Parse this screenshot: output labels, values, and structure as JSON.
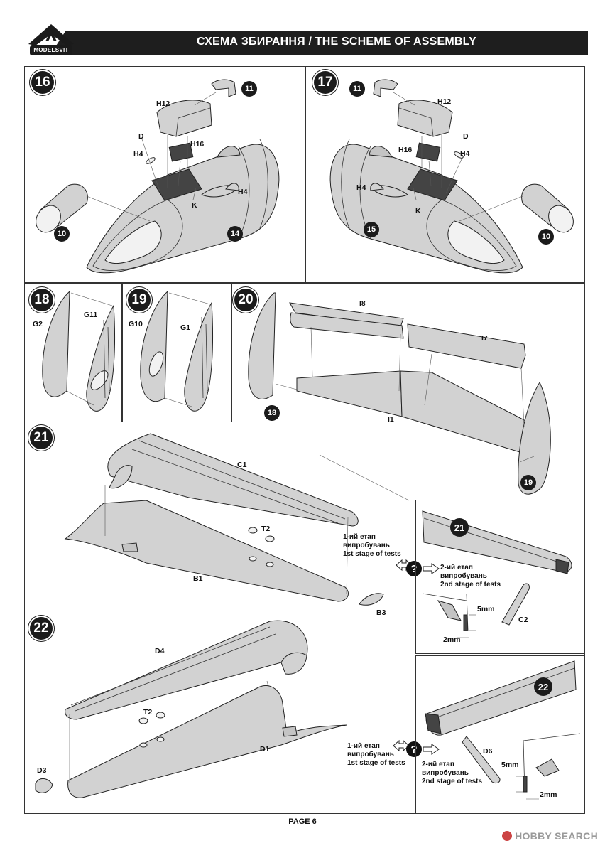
{
  "header": {
    "title": "СХЕМА ЗБИРАННЯ / THE SCHEME OF ASSEMBLY",
    "logo_text": "MODELSVIT"
  },
  "steps": {
    "s16": {
      "number": "16",
      "labels": {
        "h12": "H12",
        "d": "D",
        "h16": "H16",
        "h4a": "H4",
        "h4b": "H4",
        "k": "K"
      },
      "callouts": {
        "c11": "11",
        "c10": "10",
        "c14": "14"
      }
    },
    "s17": {
      "number": "17",
      "labels": {
        "h12": "H12",
        "d": "D",
        "h16": "H16",
        "h4a": "H4",
        "h4b": "H4",
        "k": "K"
      },
      "callouts": {
        "c11": "11",
        "c15": "15",
        "c10": "10"
      }
    },
    "s18": {
      "number": "18",
      "labels": {
        "g2": "G2",
        "g11": "G11"
      }
    },
    "s19": {
      "number": "19",
      "labels": {
        "g10": "G10",
        "g1": "G1"
      }
    },
    "s20": {
      "number": "20",
      "labels": {
        "i8": "I8",
        "i7": "I7",
        "i1": "I1"
      },
      "callouts": {
        "c18": "18",
        "c19": "19"
      }
    },
    "s21": {
      "number": "21",
      "labels": {
        "c1": "C1",
        "t2": "T2",
        "b1": "B1",
        "b3": "B3"
      },
      "inset": {
        "callout": "21",
        "c2": "C2",
        "dim_a": "5mm",
        "dim_b": "2mm"
      }
    },
    "s22": {
      "number": "22",
      "labels": {
        "d4": "D4",
        "t2": "T2",
        "d1": "D1",
        "d3": "D3"
      },
      "inset": {
        "callout": "22",
        "d6": "D6",
        "dim_a": "5mm",
        "dim_b": "2mm"
      }
    }
  },
  "stages": {
    "first_ua": "1-ий етап",
    "first_ua2": "випробувань",
    "first_en": "1st stage of tests",
    "second_ua": "2-ий етап",
    "second_ua2": "випробувань",
    "second_en": "2nd stage of tests",
    "question": "?"
  },
  "footer": {
    "page": "PAGE 6"
  },
  "watermark": {
    "text": "HOBBY SEARCH"
  },
  "colors": {
    "part": "#d2d2d2",
    "ink": "#1b1b1b"
  }
}
